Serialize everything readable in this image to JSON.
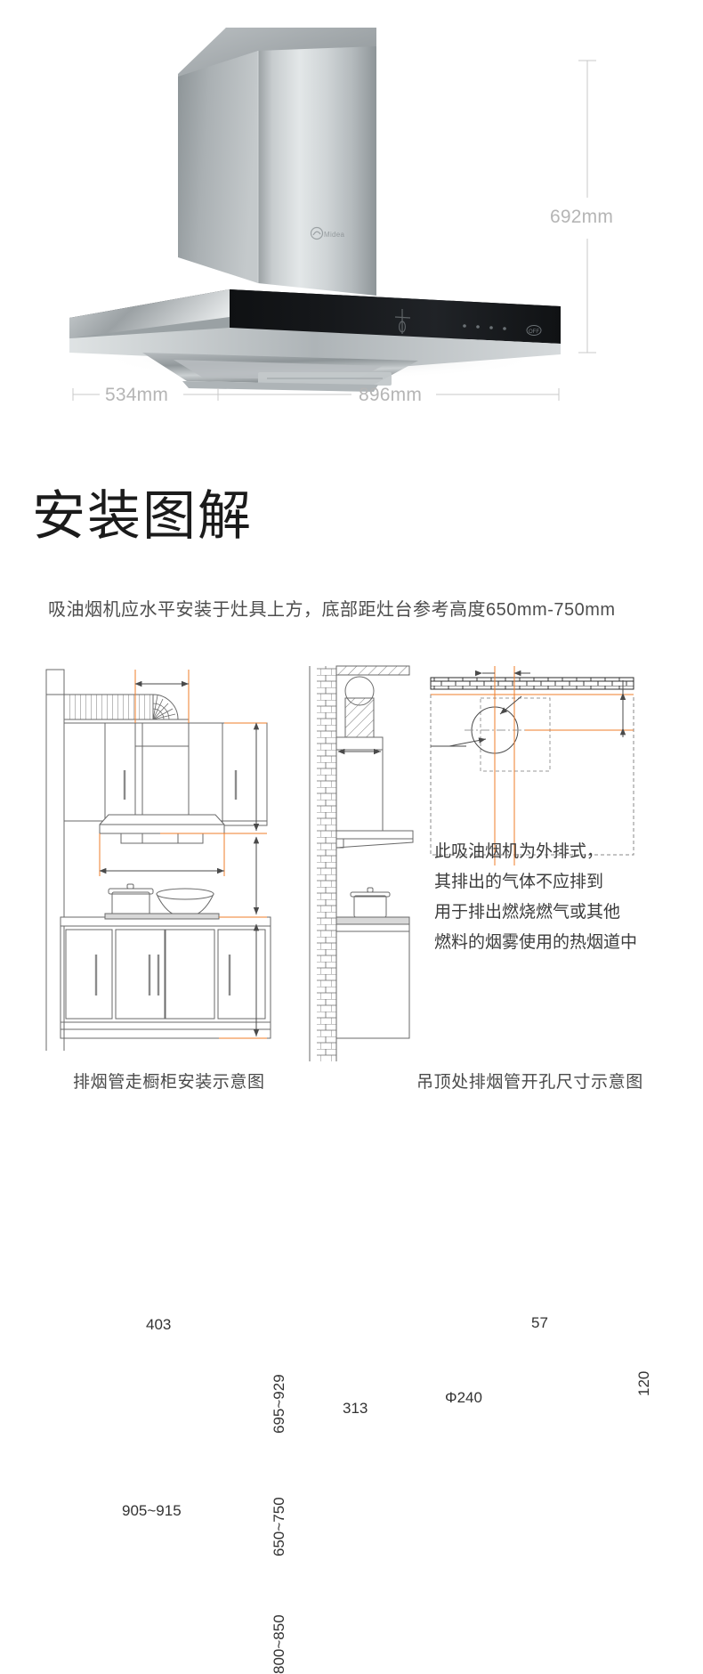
{
  "hero": {
    "product": "range-hood",
    "brand_mark": "Midea",
    "dimensions": {
      "height": "692mm",
      "depth": "534mm",
      "width": "896mm"
    }
  },
  "section": {
    "title": "安装图解",
    "subtitle": "吸油烟机应水平安装于灶具上方，底部距灶台参考高度650mm-750mm"
  },
  "diagram_left": {
    "caption": "排烟管走橱柜安装示意图",
    "dims": {
      "duct_offset": "403",
      "hood_width": "905~915",
      "hood_top_to_bottom": "695~929",
      "hood_to_counter": "650~750",
      "counter_height": "800~850"
    }
  },
  "diagram_middle": {
    "dims": {
      "hood_depth": "313"
    }
  },
  "diagram_right": {
    "caption": "吊顶处排烟管开孔尺寸示意图",
    "dims": {
      "offset_from_wall": "57",
      "hole_diameter": "Φ240",
      "hole_center_down": "120"
    },
    "notice": [
      "此吸油烟机为外排式，",
      "其排出的气体不应排到",
      "用于排出燃烧燃气或其他",
      "燃料的烟雾使用的热烟道中"
    ]
  },
  "colors": {
    "accent_orange": "#ef7c2a",
    "line_gray": "#5a5a5a",
    "dim_gray": "#b5b5b5",
    "text_dark": "#1b1b1b"
  }
}
